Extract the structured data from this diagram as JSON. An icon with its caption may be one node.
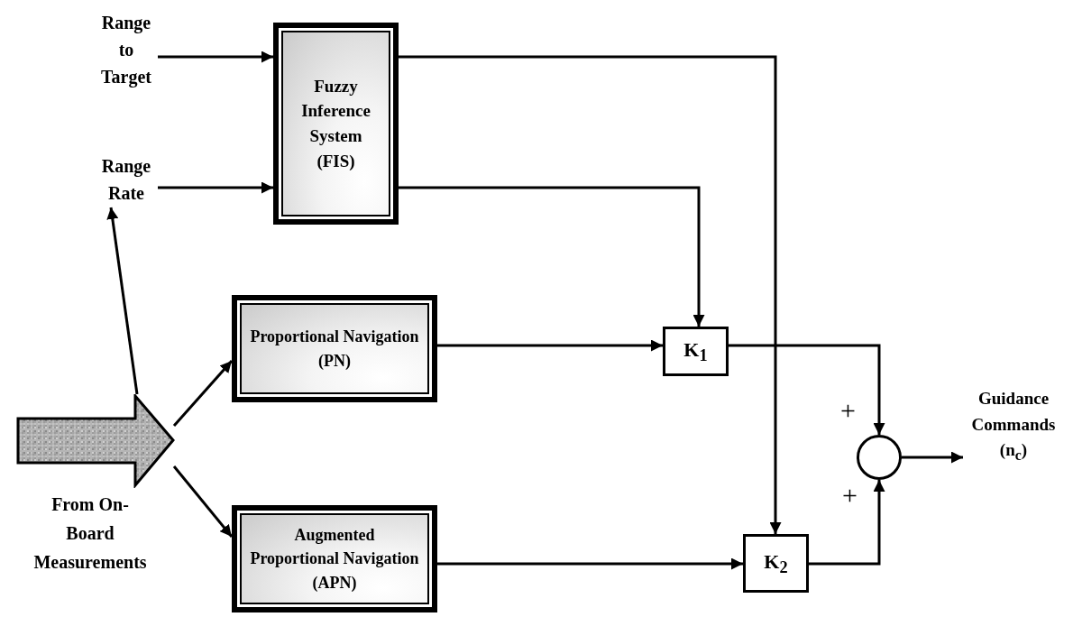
{
  "diagram": {
    "nodes": [
      {
        "text": [
          "Range to Target"
        ]
      },
      {
        "text": [
          "Range Rate"
        ]
      },
      {
        "text": [
          "Fuzzy Inference System (FIS)"
        ]
      },
      {
        "text": [
          "Proportional Navigation (PN)"
        ]
      },
      {
        "text": [
          "Augmented Proportional Navigation (APN)"
        ]
      },
      {
        "text": [
          "K$_{1}$"
        ]
      },
      {
        "text": [
          "K$_{2}$"
        ]
      },
      {
        "text": [],
        "shape": "circle"
      },
      {
        "text": [
          "Guidance Commands (n$_{c}$)"
        ]
      },
      {
        "text": [
          "From On-Board Measurements"
        ]
      }
    ],
    "edges": [
      {
        "from": 0,
        "to": 2,
        "arrow": "to"
      },
      {
        "from": 1,
        "to": 2,
        "arrow": "to"
      },
      {
        "from": 9,
        "to": 1,
        "arrow": "to"
      },
      {
        "from": 9,
        "to": 3,
        "arrow": "to"
      },
      {
        "from": 9,
        "to": 4,
        "arrow": "to"
      },
      {
        "from": 2,
        "to": 5,
        "arrow": "to"
      },
      {
        "from": 2,
        "to": 6,
        "arrow": "to"
      },
      {
        "from": 3,
        "to": 5,
        "arrow": "to"
      },
      {
        "from": 4,
        "to": 6,
        "arrow": "to"
      },
      {
        "from": 5,
        "to": 7,
        "arrow": "to"
      },
      {
        "from": 6,
        "to": 7,
        "arrow": "to"
      },
      {
        "from": 7,
        "to": 8,
        "arrow": "to"
      }
    ],
    "labels": [
      "+",
      "+"
    ]
  }
}
